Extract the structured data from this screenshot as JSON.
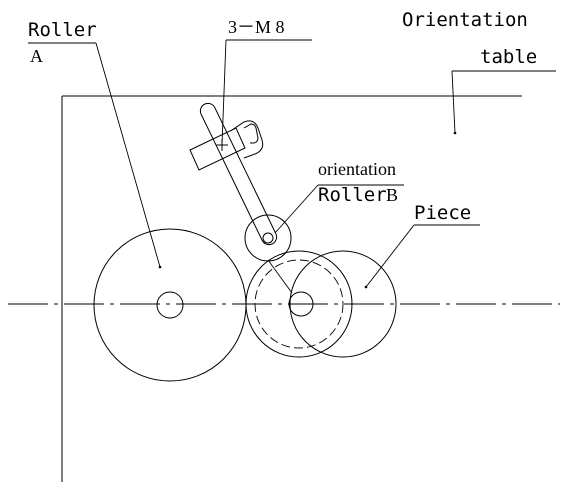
{
  "labels": {
    "roller": "Roller",
    "roller_a": "A",
    "fastener": "3－M 8",
    "orientation_table_line1": "Orientation",
    "orientation_table_line2": "table",
    "orientation": "orientation",
    "roller_b_prefix": "Roller",
    "roller_b_suffix": "B",
    "piece": "Piece"
  }
}
